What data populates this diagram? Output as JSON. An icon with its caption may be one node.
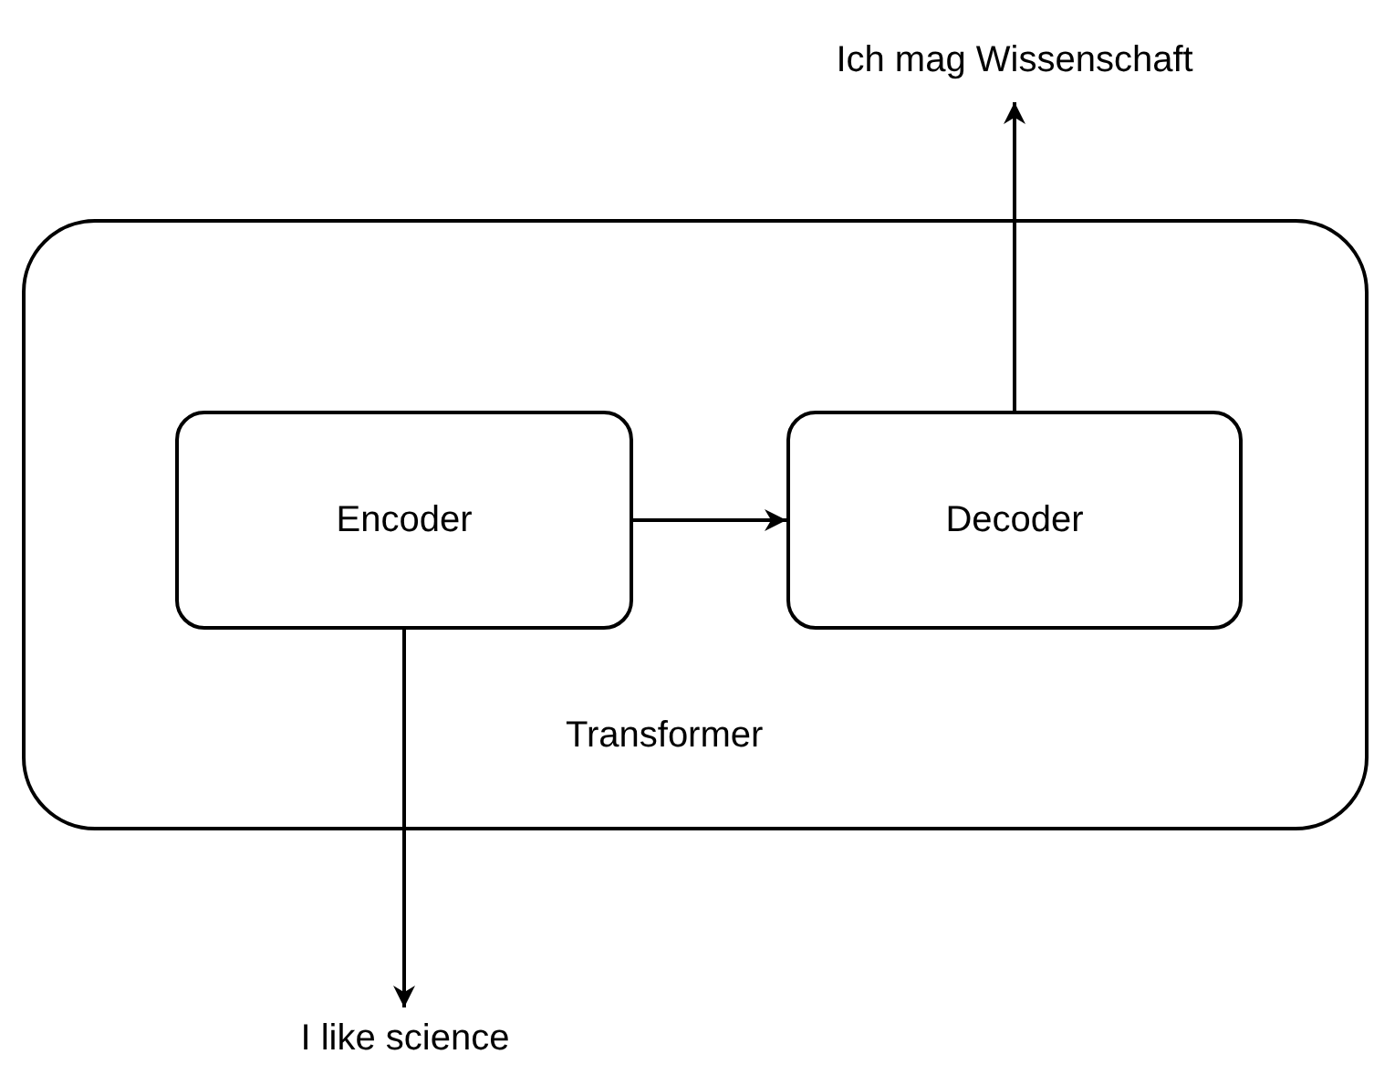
{
  "diagram": {
    "nodes": [
      {
        "text": [
          "Transformer"
        ]
      },
      {
        "text": [
          "Encoder"
        ],
        "in": 0
      },
      {
        "text": [
          "Decoder"
        ],
        "in": 0
      },
      {
        "text": [
          "Ich mag Wissenschaft"
        ]
      },
      {
        "text": [
          "I like science"
        ]
      }
    ],
    "edges": [
      {
        "from": 1,
        "to": 2,
        "arrow": "to"
      },
      {
        "from": 2,
        "to": 3,
        "arrow": "to"
      },
      {
        "from": 1,
        "to": 4,
        "arrow": "to"
      }
    ]
  }
}
